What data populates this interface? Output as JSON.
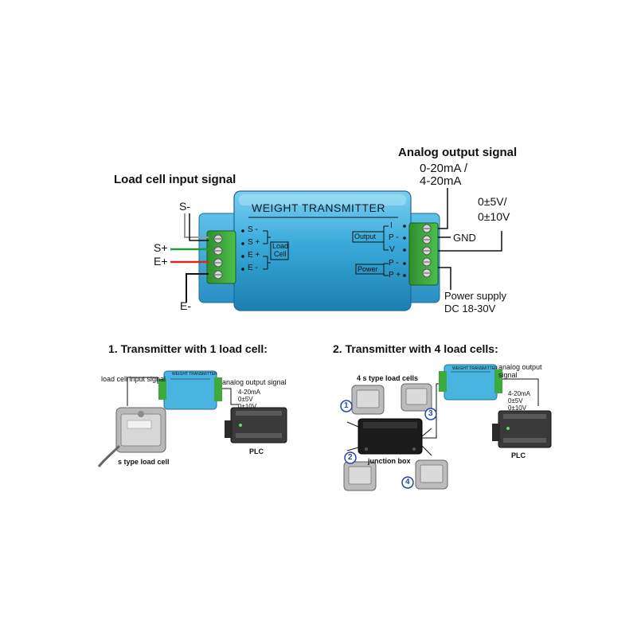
{
  "main_diagram": {
    "input_title": "Load cell input signal",
    "output_title": "Analog output signal",
    "device_title": "WEIGHT  TRANSMITTER",
    "current_range_1": "0-20mA /",
    "current_range_2": "4-20mA",
    "voltage_range_1": "0±5V/",
    "voltage_range_2": "0±10V",
    "gnd": "GND",
    "power_1": "Power supply",
    "power_2": "DC 18-30V",
    "wire_s_minus": "S-",
    "wire_s_plus": "S+",
    "wire_e_plus": "E+",
    "wire_e_minus": "E-",
    "left_pins": [
      "S -",
      "S +",
      "E +",
      "E -"
    ],
    "load_cell_box_1": "Load",
    "load_cell_box_2": "Cell",
    "output_box": "Output",
    "power_box": "Power",
    "right_pins": [
      "I",
      "P -",
      "V",
      "P -",
      "P +"
    ]
  },
  "example_1": {
    "heading": "1. Transmitter with 1 load cell:",
    "input_label": "load cell input signal",
    "output_label": "analog output signal",
    "mini_title": "WEIGHT TRANSMITTER",
    "signals": [
      "4-20mA",
      "0±5V",
      "0±10V"
    ],
    "plc": "PLC",
    "cell_label": "s type load cell"
  },
  "example_2": {
    "heading": "2. Transmitter with 4 load cells:",
    "cells_label": "4 s type load cells",
    "output_label_1": "analog output",
    "output_label_2": "signal",
    "mini_title": "WEIGHT TRANSMITTER",
    "signals": [
      "4-20mA",
      "0±5V",
      "0±10V"
    ],
    "plc": "PLC",
    "junction_label": "junction box",
    "numbers": [
      "1",
      "2",
      "3",
      "4"
    ]
  },
  "colors": {
    "device_blue": "#36a8d8",
    "terminal_green": "#3faa3c",
    "wire_red": "#d42a1e",
    "wire_green": "#1f9c3a",
    "badge_blue": "#2547a8"
  }
}
